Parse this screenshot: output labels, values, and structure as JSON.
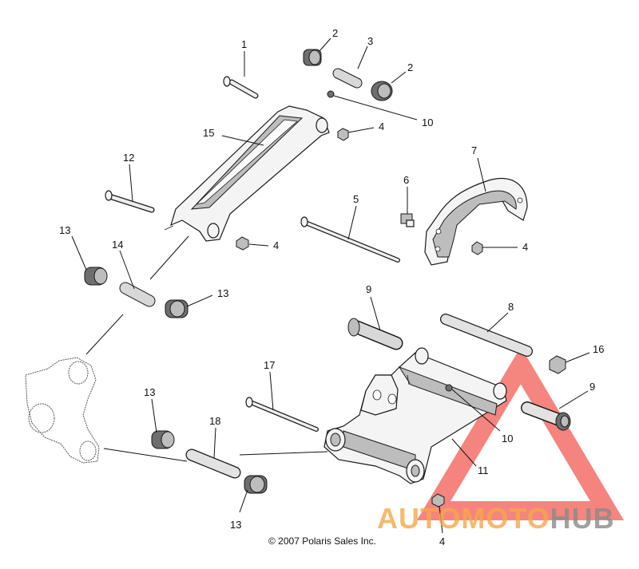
{
  "callouts": {
    "c1": "1",
    "c2a": "2",
    "c3": "3",
    "c2b": "2",
    "c10a": "10",
    "c4a": "4",
    "c15": "15",
    "c7": "7",
    "c12": "12",
    "c6": "6",
    "c5": "5",
    "c13a": "13",
    "c14": "14",
    "c4b": "4",
    "c4c": "4",
    "c13b": "13",
    "c9a": "9",
    "c8": "8",
    "c16": "16",
    "c17": "17",
    "c9b": "9",
    "c13c": "13",
    "c18": "18",
    "c10b": "10",
    "c11": "11",
    "c13d": "13",
    "c4d": "4"
  },
  "copyright": "© 2007 Polaris Sales Inc.",
  "watermark": {
    "part1": "AUTOMOTO",
    "part2": "HUB"
  },
  "colors": {
    "watermark_red": "#f25c54",
    "watermark_orange": "#f5a84a",
    "watermark_gray": "#8a8a8a"
  }
}
